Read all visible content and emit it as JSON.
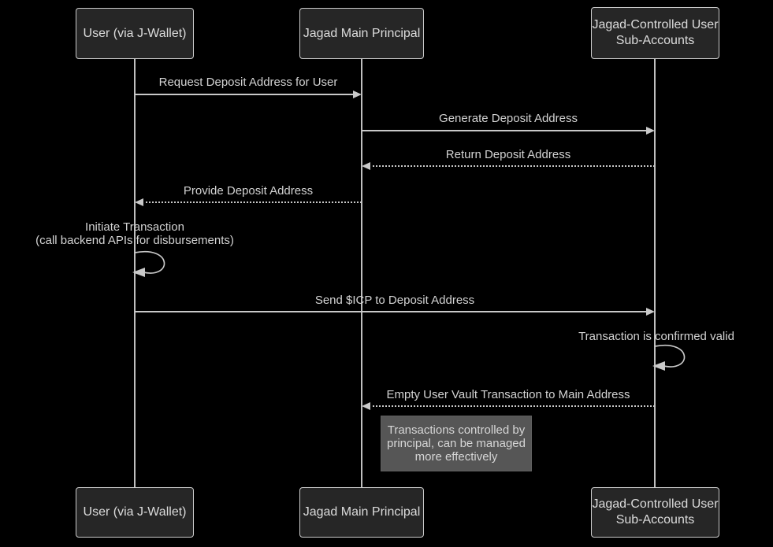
{
  "diagram_type": "sequence",
  "actors": [
    {
      "id": "user",
      "label": "User (via J-Wallet)"
    },
    {
      "id": "principal",
      "label": "Jagad Main Principal"
    },
    {
      "id": "subaccounts",
      "label": "Jagad-Controlled User\nSub-Accounts"
    }
  ],
  "messages": [
    {
      "text": "Request Deposit Address for User",
      "from": "user",
      "to": "principal",
      "line": "solid",
      "direction": "right"
    },
    {
      "text": "Generate Deposit Address",
      "from": "principal",
      "to": "subaccounts",
      "line": "solid",
      "direction": "right"
    },
    {
      "text": "Return Deposit Address",
      "from": "subaccounts",
      "to": "principal",
      "line": "dotted",
      "direction": "left"
    },
    {
      "text": "Provide Deposit Address",
      "from": "principal",
      "to": "user",
      "line": "dotted",
      "direction": "left"
    },
    {
      "text": "Initiate Transaction\n(call backend APIs for disbursements)",
      "from": "user",
      "to": "user",
      "line": "self-loop",
      "direction": "self"
    },
    {
      "text": "Send $ICP to Deposit Address",
      "from": "user",
      "to": "subaccounts",
      "line": "solid",
      "direction": "right"
    },
    {
      "text": "Transaction is confirmed valid",
      "from": "subaccounts",
      "to": "subaccounts",
      "line": "self-loop",
      "direction": "self"
    },
    {
      "text": "Empty User Vault Transaction to Main Address",
      "from": "subaccounts",
      "to": "principal",
      "line": "dotted",
      "direction": "left"
    }
  ],
  "note": {
    "text": "Transactions controlled by\nprincipal, can be managed\nmore effectively",
    "attached_to": "principal"
  },
  "colors": {
    "bg": "#000000",
    "actor-fill": "#262626",
    "actor-border": "#cccccc",
    "actor-text": "#dcdcdc",
    "lifeline": "#bfbfbf",
    "arrow": "#c9c9c9",
    "msg-text": "#d3d3d3",
    "note-fill": "#565656",
    "note-border": "#606060",
    "note-text": "#d6d6d6"
  }
}
